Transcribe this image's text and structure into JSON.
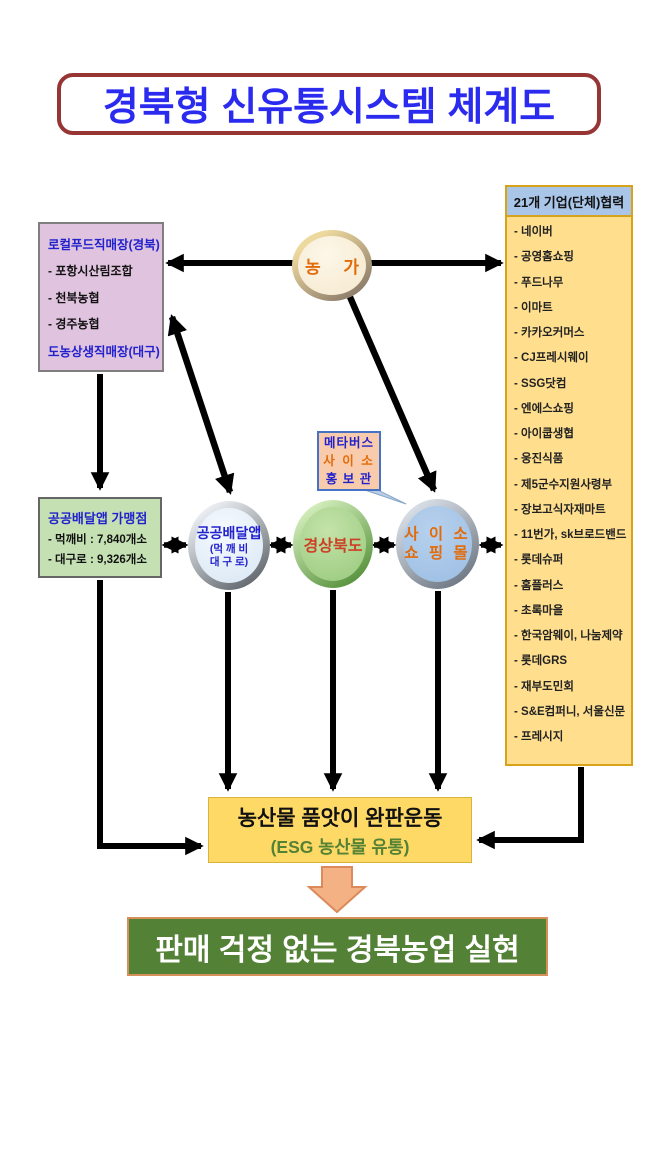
{
  "title": "경북형 신유통시스템 체계도",
  "partners": {
    "header": "21개 기업(단체)협력",
    "items": [
      "- 네이버",
      "- 공영홈쇼핑",
      "- 푸드나무",
      "- 이마트",
      "- 카카오커머스",
      "- CJ프레시웨이",
      "- SSG닷컴",
      "- 엔에스쇼핑",
      "- 아이쿱생협",
      "- 웅진식품",
      "- 제5군수지원사령부",
      "- 장보고식자재마트",
      "- 11번가, sk브로드밴드",
      "- 롯데슈퍼",
      "- 홈플러스",
      "- 초록마을",
      "- 한국암웨이, 나눔제약",
      "- 롯데GRS",
      "- 재부도민회",
      "- S&E컴퍼니, 서울신문",
      "- 프레시지"
    ]
  },
  "local_food": {
    "title_top": "로컬푸드직매장(경북)",
    "items": [
      "- 포항시산림조합",
      "- 천북농협",
      "- 경주농협"
    ],
    "title_bottom": "도농상생직매장(대구)"
  },
  "farm": {
    "label": "농 가"
  },
  "delivery_stores": {
    "title": "공공배달앱 가맹점",
    "items": [
      "- 먹깨비 : 7,840개소",
      "- 대구로 : 9,326개소"
    ]
  },
  "delivery_app": {
    "label": "공공배달앱",
    "sub1": "(먹 깨 비",
    "sub2": "대 구 로)"
  },
  "province": {
    "label": "경상북도"
  },
  "saiso": {
    "line1": "사 이 소",
    "line2": "쇼 핑 몰"
  },
  "metaverse": {
    "line1": "메타버스",
    "line2": "사 이 소",
    "line3": "홍 보 관"
  },
  "campaign": {
    "line1": "농산물 품앗이 완판운동",
    "line2": "(ESG 농산물 유통)"
  },
  "goal": {
    "label": "판매 걱정 없는 경북농업 실현"
  },
  "colors": {
    "title_text": "#2B2BF0",
    "title_border": "#963634",
    "partner_box_fill": "#FFDF8E",
    "partner_box_border": "#D9A21B",
    "partner_header_fill": "#A9C6E8",
    "local_box_fill": "#E0C3DF",
    "stores_box_fill": "#C5E0B3",
    "farm_oval_fill": "#FBF1DE",
    "app_oval_fill": "#E8F1FA",
    "province_oval_fill": "#A9D18E",
    "saiso_oval_fill": "#A3C4E8",
    "callout_fill": "#F8CBAD",
    "callout_border": "#4472C4",
    "campaign_fill": "#FFD966",
    "campaign_sub_text": "#548235",
    "block_arrow_fill": "#F4B183",
    "goal_fill": "#538135",
    "arrow": "#000000",
    "blue_text": "#2222CC",
    "orange_text": "#E26B0A"
  }
}
